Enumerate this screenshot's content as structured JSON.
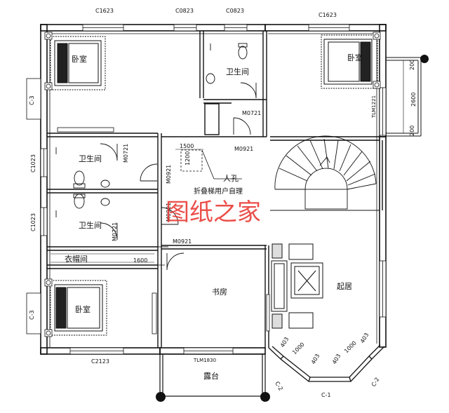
{
  "rooms": {
    "bedroom_top_left": "卧室",
    "bedroom_top_right": "卧室",
    "bedroom_bottom_left": "卧室",
    "bath_top": "卫生间",
    "bath_mid": "卫生间",
    "bath_low": "卫生间",
    "closet": "衣帽间",
    "study": "书房",
    "living": "起居",
    "terrace": "露台",
    "manhole": "人孔",
    "folding_stair": "折叠梯用户自理"
  },
  "windows": {
    "c1623_top_left": "C1623",
    "c0823_a": "C0823",
    "c0823_b": "C0823",
    "c1623_top_right": "C1623",
    "c1023_a": "C1023",
    "c1023_b": "C1023",
    "c3_left_top": "C-3",
    "c3_left_bottom": "C-3",
    "c2123": "C2123",
    "tlm1830": "TLM1830",
    "tlm1221": "TLM1221",
    "c1_bottom": "C-1",
    "c2_left": "C-2",
    "c2_right": "C-2"
  },
  "doors": {
    "m0721_top": "M0721",
    "m0921_stair": "M0921",
    "m0721_bath_mid": "M0721",
    "m0921_hall": "M0921",
    "m0721_bath_low": "M0721",
    "m0921_study": "M0921",
    "m0921_small": "M0921"
  },
  "dimensions": {
    "d1500": "1500",
    "d1200": "1200",
    "d1600": "1600",
    "d2600": "2600",
    "d200_top": "200",
    "d200_bottom": "200",
    "d403_a": "403",
    "d1000_a": "1000",
    "d403_b": "403",
    "d403_c": "403",
    "d1000_b": "1000",
    "d403_d": "403"
  },
  "watermark": "图纸之家"
}
